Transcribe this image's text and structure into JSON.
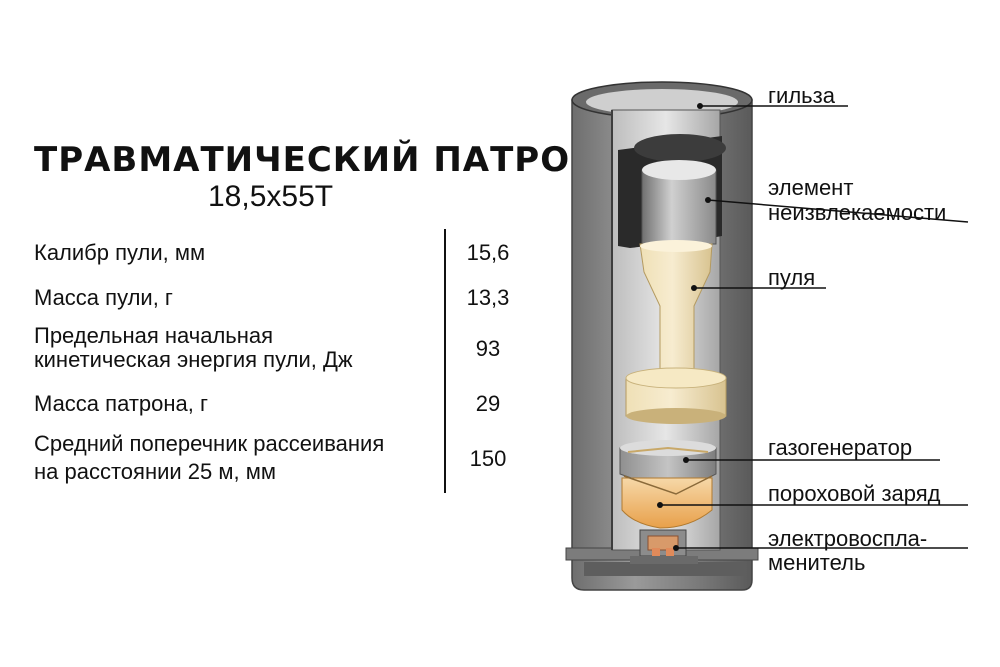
{
  "title": "ТРАВМАТИЧЕСКИЙ  ПАТРОН",
  "subtitle": "18,5х55Т",
  "specs": [
    {
      "label": "Калибр пули, мм",
      "value": "15,6"
    },
    {
      "label": "Масса пули, г",
      "value": "13,3"
    },
    {
      "label_lines": [
        "Предельная начальная",
        "кинетическая энергия пули, Дж"
      ],
      "value": "93"
    },
    {
      "label": "Масса патрона, г",
      "value": "29"
    },
    {
      "label_lines": [
        "Средний поперечник рассеивания",
        "на расстоянии 25 м, мм"
      ],
      "value": "150"
    }
  ],
  "callouts": {
    "case": "гильза",
    "retainer_1": "элемент",
    "retainer_2": "неизвлекаемости",
    "bullet": "пуля",
    "gas_generator": "газогенератор",
    "powder": "пороховой заряд",
    "igniter_1": "электровоспла-",
    "igniter_2": "менитель"
  }
}
